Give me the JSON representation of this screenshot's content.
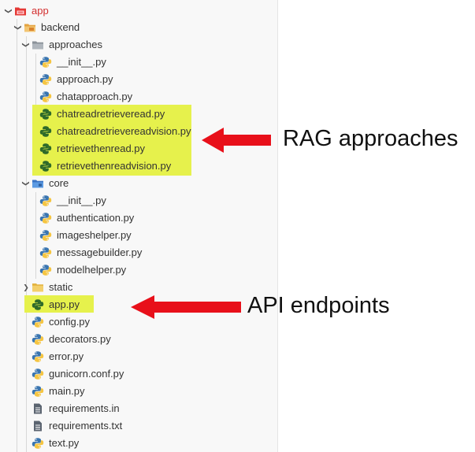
{
  "tree": {
    "root": "app",
    "backend": "backend",
    "approaches": {
      "folder": "approaches",
      "files": [
        "__init__.py",
        "approach.py",
        "chatapproach.py",
        "chatreadretrieveread.py",
        "chatreadretrievereadvision.py",
        "retrievethenread.py",
        "retrievethenreadvision.py"
      ]
    },
    "core": {
      "folder": "core",
      "files": [
        "__init__.py",
        "authentication.py",
        "imageshelper.py",
        "messagebuilder.py",
        "modelhelper.py"
      ]
    },
    "static": "static",
    "backend_files": [
      "app.py",
      "config.py",
      "decorators.py",
      "error.py",
      "gunicorn.conf.py",
      "main.py",
      "requirements.in",
      "requirements.txt",
      "text.py"
    ]
  },
  "annotations": {
    "rag": "RAG approaches",
    "api": "API endpoints"
  },
  "colors": {
    "highlight": "#e6f14c",
    "arrow": "#e8101a",
    "root_folder": "#e53935",
    "folder": "#8a9199",
    "python_blue": "#3a75b0",
    "python_yellow": "#f5c542"
  }
}
